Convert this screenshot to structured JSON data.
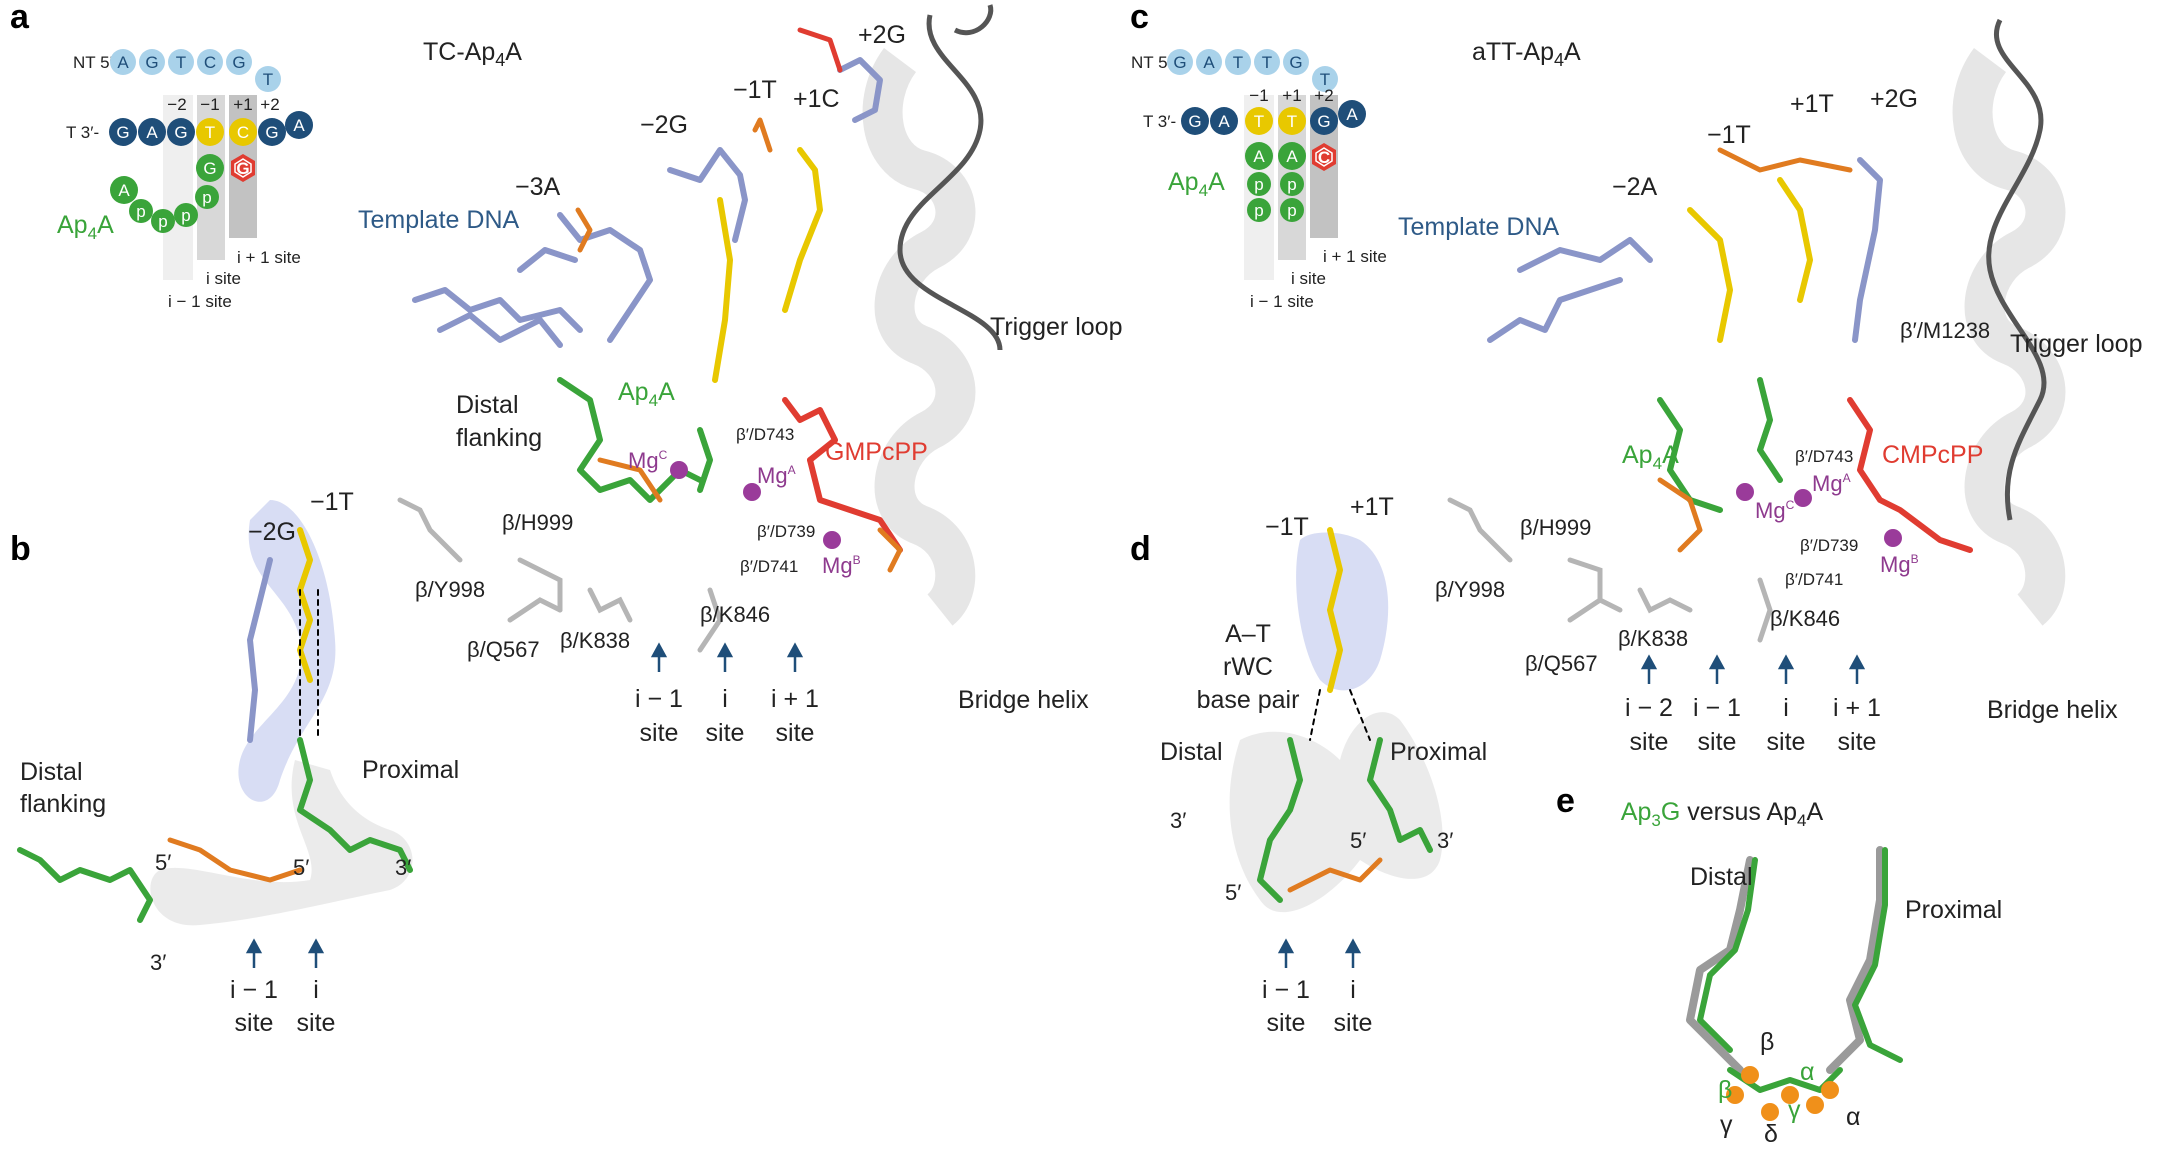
{
  "panels": {
    "a": "a",
    "b": "b",
    "c": "c",
    "d": "d",
    "e": "e"
  },
  "panel_a": {
    "title": "TC-Ap",
    "title_sub": "4",
    "title_end": "A",
    "schematic": {
      "nt_label": "NT 5′-",
      "nt_seq": [
        "A",
        "G",
        "T",
        "C",
        "G",
        "T"
      ],
      "t_label": "T 3′-",
      "t_seq": [
        "G",
        "A",
        "G",
        "T",
        "C",
        "G",
        "A"
      ],
      "positions": [
        "−2",
        "−1",
        "+1",
        "+2"
      ],
      "rna": [
        "A",
        "G"
      ],
      "incoming": "G",
      "p": "p",
      "ap4a": "Ap",
      "ap4a_sub": "4",
      "ap4a_end": "A",
      "i_site": "i site",
      "i_minus_site": "i − 1 site",
      "i_plus_site": "i + 1 site"
    },
    "labels": {
      "template_dna": "Template DNA",
      "ap4a": "Ap",
      "ap4a_sub": "4",
      "ap4a_end": "A",
      "distal1": "Distal",
      "distal2": "flanking",
      "gmpcpp": "GMPcPP",
      "trigger_loop": "Trigger loop",
      "bridge_helix": "Bridge helix",
      "n3A": "−3A",
      "n2G": "−2G",
      "n1T": "−1T",
      "p1C": "+1C",
      "p2G": "+2G",
      "mg": "Mg",
      "mgA": "A",
      "mgB": "B",
      "mgC": "C",
      "d743": "β′/D743",
      "d739": "β′/D739",
      "d741": "β′/D741",
      "h999": "β/H999",
      "y998": "β/Y998",
      "q567": "β/Q567",
      "k838": "β/K838",
      "k846": "β/K846",
      "site_i_minus": "i − 1",
      "site_i": "i",
      "site_i_plus": "i + 1",
      "site": "site"
    }
  },
  "panel_b": {
    "n2G": "−2G",
    "n1T": "−1T",
    "distal1": "Distal",
    "distal2": "flanking",
    "proximal": "Proximal",
    "p5a": "5′",
    "p5b": "5′",
    "p3a": "3′",
    "p3b": "3′",
    "site_i_minus": "i − 1",
    "site_i": "i",
    "site": "site"
  },
  "panel_c": {
    "title": "aTT-Ap",
    "title_sub": "4",
    "title_end": "A",
    "schematic": {
      "nt_label": "NT 5′-",
      "nt_seq": [
        "G",
        "A",
        "T",
        "T",
        "G",
        "T"
      ],
      "t_label": "T 3′-",
      "t_seq": [
        "G",
        "A",
        "T",
        "T",
        "G",
        "A"
      ],
      "positions": [
        "−1",
        "+1",
        "+2"
      ],
      "rna": [
        "A",
        "A"
      ],
      "incoming": "C",
      "p": "p",
      "ap4a": "Ap",
      "ap4a_sub": "4",
      "ap4a_end": "A",
      "i_site": "i site",
      "i_minus_site": "i − 1 site",
      "i_plus_site": "i + 1 site"
    },
    "labels": {
      "template_dna": "Template DNA",
      "ap4a": "Ap",
      "ap4a_sub": "4",
      "ap4a_end": "A",
      "cmpcpp": "CMPcPP",
      "trigger_loop": "Trigger loop",
      "bridge_helix": "Bridge helix",
      "m1238": "β′/M1238",
      "n2A": "−2A",
      "n1T": "−1T",
      "p1T": "+1T",
      "p2G": "+2G",
      "mg": "Mg",
      "mgA": "A",
      "mgB": "B",
      "mgC": "C",
      "d743": "β′/D743",
      "d739": "β′/D739",
      "d741": "β′/D741",
      "h999": "β/H999",
      "y998": "β/Y998",
      "q567": "β/Q567",
      "k838": "β/K838",
      "k846": "β/K846",
      "site_i_minus2": "i − 2",
      "site_i_minus": "i − 1",
      "site_i": "i",
      "site_i_plus": "i + 1",
      "site": "site"
    }
  },
  "panel_d": {
    "n1T": "−1T",
    "p1T": "+1T",
    "pair1": "A–T",
    "pair2": "rWC",
    "pair3": "base pair",
    "distal": "Distal",
    "proximal": "Proximal",
    "p3a": "3′",
    "p3b": "3′",
    "p5a": "5′",
    "p5b": "5′",
    "site_i_minus": "i − 1",
    "site_i": "i",
    "site": "site"
  },
  "panel_e": {
    "title_ap3g": "Ap",
    "title_ap3g_sub": "3",
    "title_ap3g_end": "G",
    "title_vs": " versus ",
    "title_ap4a": "Ap",
    "title_ap4a_sub": "4",
    "title_ap4a_end": "A",
    "distal": "Distal",
    "proximal": "Proximal",
    "beta_grey": "β",
    "beta_green": "β",
    "alpha_green": "α",
    "gamma_green": "γ",
    "alpha_grey": "α",
    "gamma_grey": "γ",
    "delta_grey": "δ"
  },
  "colors": {
    "template_dna": "#2e5a87",
    "ap4a": "#3aa43a",
    "gmpcpp": "#e03c31",
    "mg": "#8e3a8e",
    "nt_strand": "#a9d2ea",
    "t_strand": "#1f4e79",
    "yellow": "#e8c800",
    "helix": "#d9d9d9"
  }
}
